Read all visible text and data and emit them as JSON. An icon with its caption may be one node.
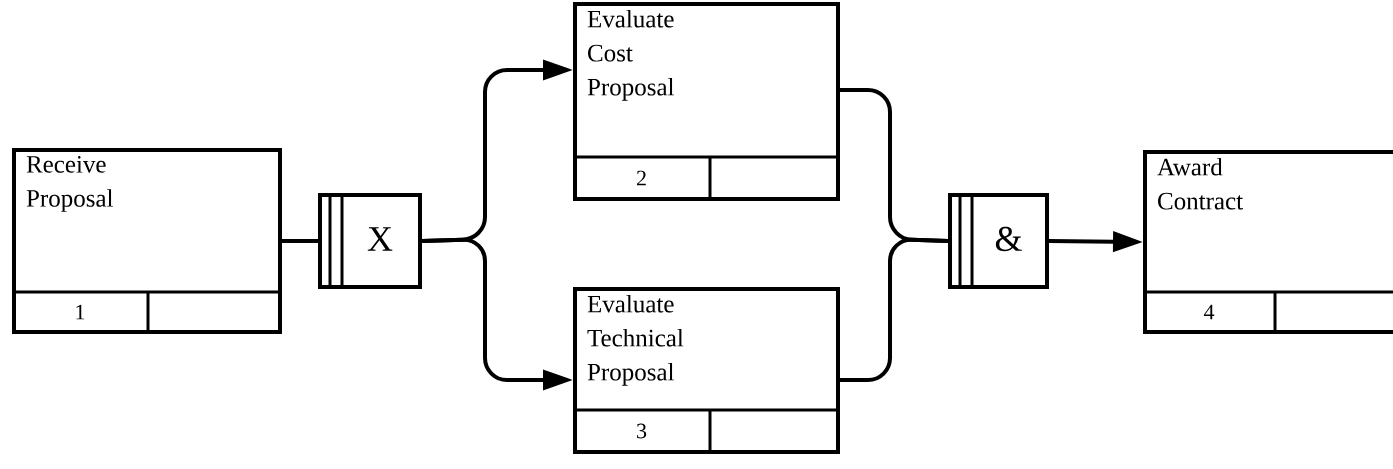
{
  "diagram": {
    "nodes": [
      {
        "text": [
          "Receive Proposal",
          "1"
        ]
      },
      {
        "text": [
          "X"
        ]
      },
      {
        "text": [
          "Evaluate Cost Proposal",
          "2"
        ]
      },
      {
        "text": [
          "Evaluate Technical Proposal",
          "3"
        ]
      },
      {
        "text": [
          "&"
        ]
      },
      {
        "text": [
          "Award Contract",
          "4"
        ]
      }
    ],
    "edges": [
      {
        "from": 0,
        "to": 1,
        "arrow": "none"
      },
      {
        "from": 1,
        "to": 2,
        "arrow": "to"
      },
      {
        "from": 1,
        "to": 3,
        "arrow": "to"
      },
      {
        "from": 2,
        "to": 4,
        "arrow": "none"
      },
      {
        "from": 3,
        "to": 4,
        "arrow": "none"
      },
      {
        "from": 4,
        "to": 5,
        "arrow": "to"
      }
    ]
  }
}
